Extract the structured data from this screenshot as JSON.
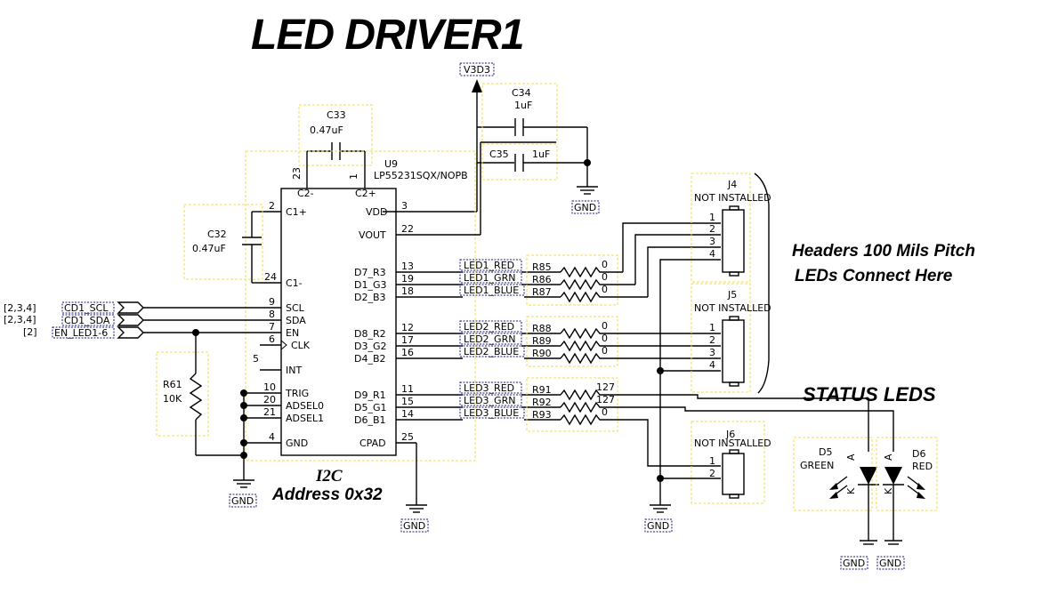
{
  "title": "LED DRIVER1",
  "notes": {
    "i2c_line1": "I2C",
    "i2c_line2": "Address 0x32",
    "headers_line1": "Headers 100 Mils Pitch",
    "headers_line2": "LEDs Connect Here",
    "status_leds": "STATUS LEDS"
  },
  "power": {
    "v3d3": "V3D3",
    "gnd": "GND"
  },
  "ic": {
    "ref": "U9",
    "part": "LP55231SQX/NOPB",
    "top_pins": [
      {
        "num": "23",
        "name": "C2-"
      },
      {
        "num": "1",
        "name": "C2+"
      }
    ],
    "left_pins": [
      {
        "num": "2",
        "name": "C1+"
      },
      {
        "num": "24",
        "name": "C1-"
      },
      {
        "num": "9",
        "name": "SCL"
      },
      {
        "num": "8",
        "name": "SDA"
      },
      {
        "num": "7",
        "name": "EN"
      },
      {
        "num": "6",
        "name": "CLK"
      },
      {
        "num": "5",
        "name": "INT"
      },
      {
        "num": "10",
        "name": "TRIG"
      },
      {
        "num": "20",
        "name": "ADSEL0"
      },
      {
        "num": "21",
        "name": "ADSEL1"
      },
      {
        "num": "4",
        "name": "GND"
      }
    ],
    "right_pins": [
      {
        "num": "3",
        "name": "VDD"
      },
      {
        "num": "22",
        "name": "VOUT"
      },
      {
        "num": "13",
        "name": "D7_R3"
      },
      {
        "num": "19",
        "name": "D1_G3"
      },
      {
        "num": "18",
        "name": "D2_B3"
      },
      {
        "num": "12",
        "name": "D8_R2"
      },
      {
        "num": "17",
        "name": "D3_G2"
      },
      {
        "num": "16",
        "name": "D4_B2"
      },
      {
        "num": "11",
        "name": "D9_R1"
      },
      {
        "num": "15",
        "name": "D5_G1"
      },
      {
        "num": "14",
        "name": "D6_B1"
      },
      {
        "num": "25",
        "name": "CPAD"
      }
    ]
  },
  "capacitors": [
    {
      "ref": "C33",
      "value": "0.47uF"
    },
    {
      "ref": "C32",
      "value": "0.47uF"
    },
    {
      "ref": "C34",
      "value": "1uF"
    },
    {
      "ref": "C35",
      "value": "1uF"
    }
  ],
  "resistor_r61": {
    "ref": "R61",
    "value": "10K"
  },
  "offsheet": [
    {
      "sheets": "[2,3,4]",
      "net": "CD1_SCL"
    },
    {
      "sheets": "[2,3,4]",
      "net": "CD1_SDA"
    },
    {
      "sheets": "[2]",
      "net": "EN_LED1-6"
    }
  ],
  "led_nets": [
    "LED1_RED",
    "LED1_GRN",
    "LED1_BLUE",
    "LED2_RED",
    "LED2_GRN",
    "LED2_BLUE",
    "LED3_RED",
    "LED3_GRN",
    "LED3_BLUE"
  ],
  "resistors": [
    {
      "ref": "R85",
      "value": "0"
    },
    {
      "ref": "R86",
      "value": "0"
    },
    {
      "ref": "R87",
      "value": "0"
    },
    {
      "ref": "R88",
      "value": "0"
    },
    {
      "ref": "R89",
      "value": "0"
    },
    {
      "ref": "R90",
      "value": "0"
    },
    {
      "ref": "R91",
      "value": "127"
    },
    {
      "ref": "R92",
      "value": "127"
    },
    {
      "ref": "R93",
      "value": "0"
    }
  ],
  "headers": [
    {
      "ref": "J4",
      "status": "NOT INSTALLED",
      "pins": [
        "1",
        "2",
        "3",
        "4"
      ]
    },
    {
      "ref": "J5",
      "status": "NOT INSTALLED",
      "pins": [
        "1",
        "2",
        "3",
        "4"
      ]
    },
    {
      "ref": "J6",
      "status": "NOT INSTALLED",
      "pins": [
        "1",
        "2"
      ]
    }
  ],
  "status_diodes": [
    {
      "ref": "D5",
      "color": "GREEN",
      "anode": "A",
      "cathode": "K"
    },
    {
      "ref": "D6",
      "color": "RED",
      "anode": "A",
      "cathode": "K"
    }
  ]
}
